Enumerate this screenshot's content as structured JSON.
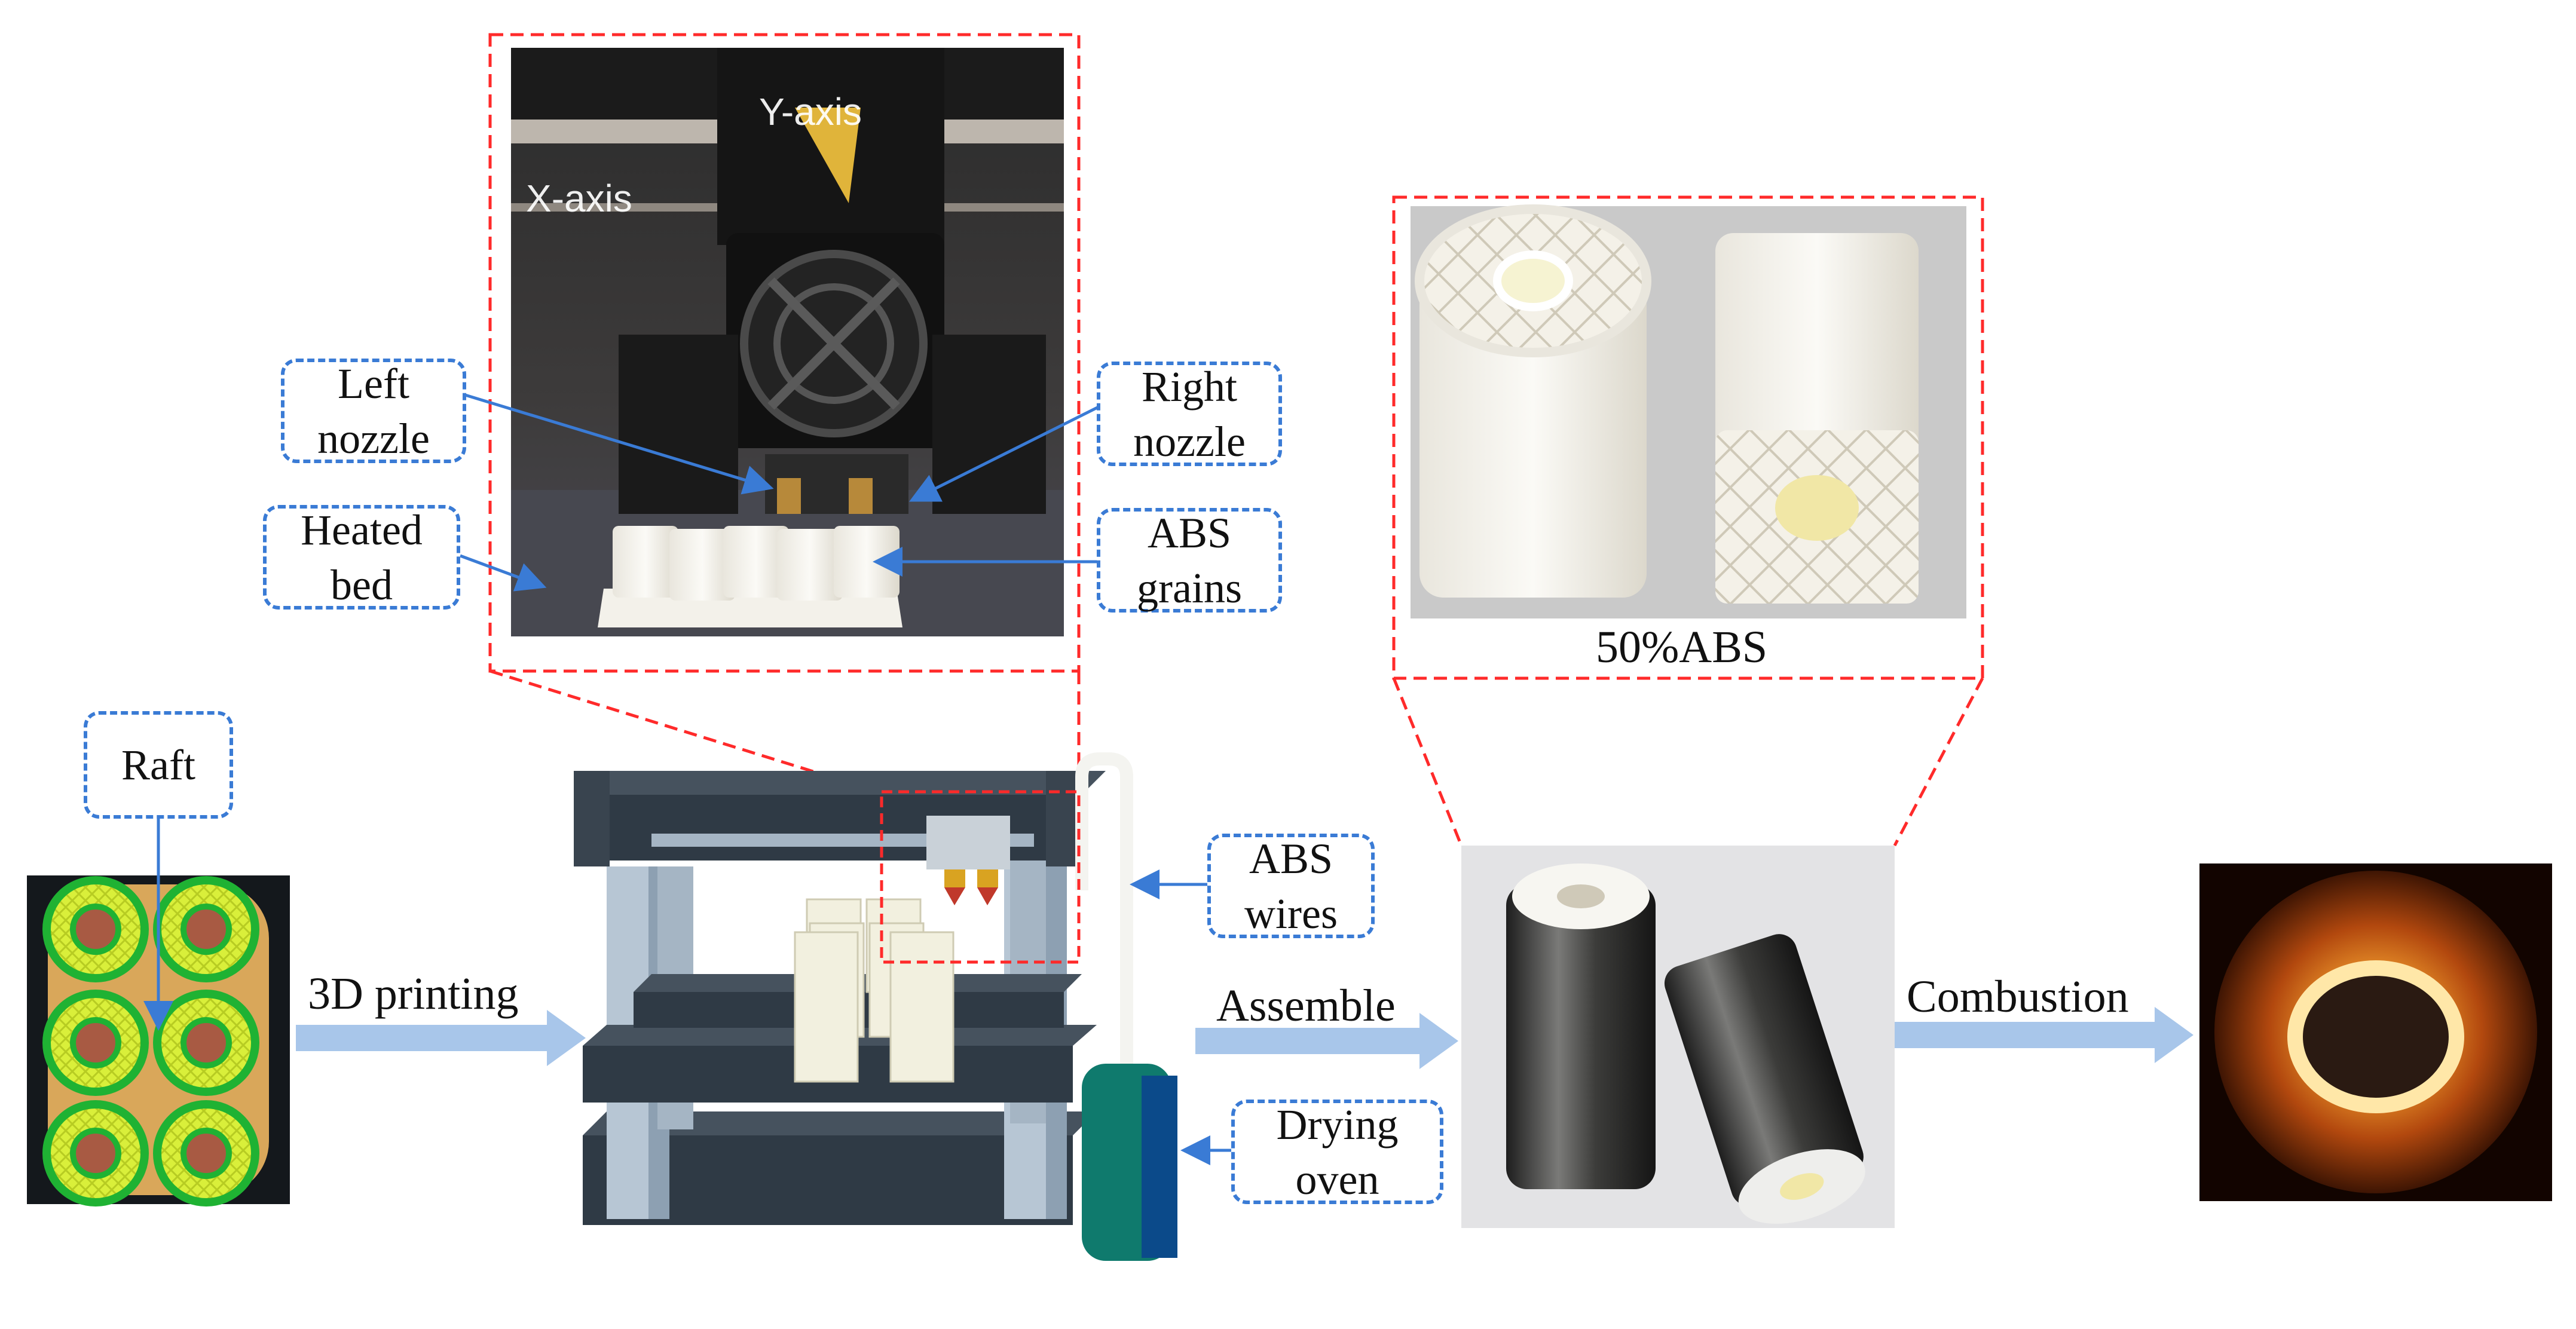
{
  "labels": {
    "left_nozzle": "Left\nnozzle",
    "right_nozzle": "Right\nnozzle",
    "heated_bed": "Heated\nbed",
    "abs_grains": "ABS\ngrains",
    "raft": "Raft",
    "abs_wires": "ABS\nwires",
    "drying_oven": "Drying\noven"
  },
  "photo_labels": {
    "y_axis": "Y-axis",
    "x_axis": "X-axis"
  },
  "process": {
    "step1": "3D printing",
    "step2": "Assemble",
    "step3": "Combustion"
  },
  "sample_caption": "50%ABS",
  "colors": {
    "arrow": "#a8c6ea",
    "pointer": "#3a7bd5",
    "zoom_dash": "#ff2a2a",
    "frame": "#2f3a45"
  }
}
